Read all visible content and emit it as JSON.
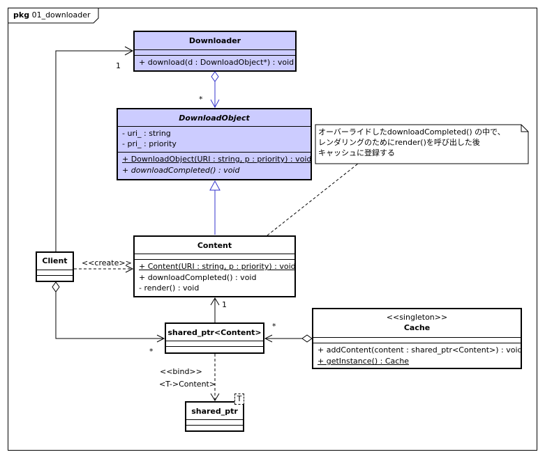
{
  "frame": {
    "keyword": "pkg",
    "name": "01_downloader"
  },
  "classes": {
    "downloader": {
      "name": "Downloader",
      "ops": [
        "+ download(d : DownloadObject*) : void"
      ]
    },
    "download_object": {
      "name": "DownloadObject",
      "attrs": [
        "- uri_ : string",
        "- pri_ : priority"
      ],
      "ops": [
        "+ DownloadObject(URI : string, p : priority) : void",
        "+ downloadCompleted() : void"
      ]
    },
    "content": {
      "name": "Content",
      "ops": [
        "+ Content(URI : string, p : priority) : void",
        "+ downloadCompleted() : void",
        "- render() : void"
      ]
    },
    "client": {
      "name": "Client"
    },
    "shared_ptr_content": {
      "name": "shared_ptr<Content>"
    },
    "cache": {
      "stereotype": "<<singleton>>",
      "name": "Cache",
      "ops": [
        "+ addContent(content : shared_ptr<Content>) : void",
        "+ getInstance() : Cache"
      ]
    },
    "shared_ptr": {
      "name": "shared_ptr",
      "template_param": "T"
    }
  },
  "note": {
    "lines": [
      "オーバーライドしたdownloadCompleted() の中で、",
      "レンダリングのためにrender()を呼び出した後",
      "キャッシュに登録する"
    ]
  },
  "labels": {
    "client_downloader_mult": "1",
    "downloader_object_mult": "*",
    "create": "<<create>>",
    "content_mult": "1",
    "cache_shared_mult": "*",
    "client_shared_mult": "*",
    "bind": "<<bind>>",
    "bind_param": "<T->Content>"
  },
  "colors": {
    "class_fill_highlight": "#ccccff",
    "connector_blue": "#3333cc"
  }
}
